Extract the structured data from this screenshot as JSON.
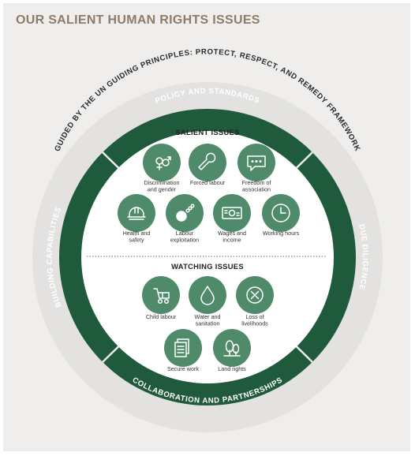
{
  "page_title": "OUR SALIENT HUMAN RIGHTS ISSUES",
  "colors": {
    "background": "#efeeec",
    "title": "#8d7b6b",
    "outer_disc": "#e3e2e0",
    "ring": "#1f5a3c",
    "icon_circle": "#4f8a6b",
    "icon_stroke": "#ffffff"
  },
  "guiding_text": "GUIDED BY THE UN GUIDING PRINCIPLES: PROTECT, RESPECT, AND REMEDY FRAMEWORK",
  "ring_segments": {
    "top": "POLICY AND STANDARDS",
    "right": "DUE DILIGENCE",
    "bottom": "COLLABORATION AND PARTNERSHIPS",
    "left": "BUILDING CAPABILITIES"
  },
  "salient": {
    "title": "SALIENT ISSUES",
    "items": [
      {
        "icon": "gender-icon",
        "label": [
          "Discrimination",
          "and gender"
        ]
      },
      {
        "icon": "wrench-icon",
        "label": [
          "Forced labour"
        ]
      },
      {
        "icon": "speech-bubble-icon",
        "label": [
          "Freedom of",
          "association"
        ]
      },
      {
        "icon": "hard-hat-icon",
        "label": [
          "Health and",
          "safety"
        ]
      },
      {
        "icon": "ball-and-chain-icon",
        "label": [
          "Labour",
          "exploitation"
        ]
      },
      {
        "icon": "banknote-icon",
        "label": [
          "Wages and",
          "income"
        ]
      },
      {
        "icon": "clock-icon",
        "label": [
          "Working hours"
        ]
      }
    ]
  },
  "watching": {
    "title": "WATCHING ISSUES",
    "items": [
      {
        "icon": "stroller-icon",
        "label": [
          "Child labour"
        ]
      },
      {
        "icon": "water-drop-icon",
        "label": [
          "Water and",
          "sanitation"
        ]
      },
      {
        "icon": "x-circle-icon",
        "label": [
          "Loss of",
          "livelihoods"
        ]
      },
      {
        "icon": "documents-icon",
        "label": [
          "Secure work"
        ]
      },
      {
        "icon": "trees-icon",
        "label": [
          "Land rights"
        ]
      }
    ]
  }
}
